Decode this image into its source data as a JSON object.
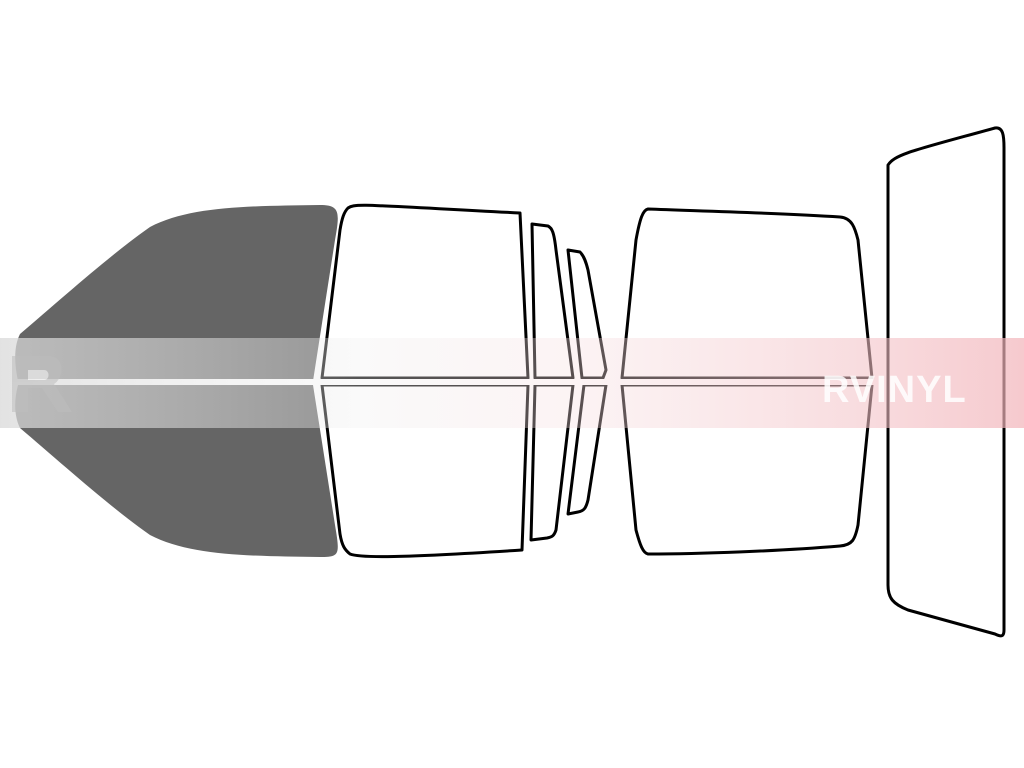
{
  "watermark": {
    "brand": "RVINYL",
    "band_color_left": "#cccccc",
    "band_color_right": "#f2b8bd"
  },
  "colors": {
    "tint": "#656565",
    "outline": "#000000",
    "background": "#ffffff"
  },
  "windows": {
    "front_door_windows": "tinted",
    "rear_door_windows": "untinted",
    "rear_quarter_windows": "untinted",
    "rear_vent_windows": "untinted",
    "cargo_windows": "untinted",
    "rear_windshield": "untinted"
  }
}
